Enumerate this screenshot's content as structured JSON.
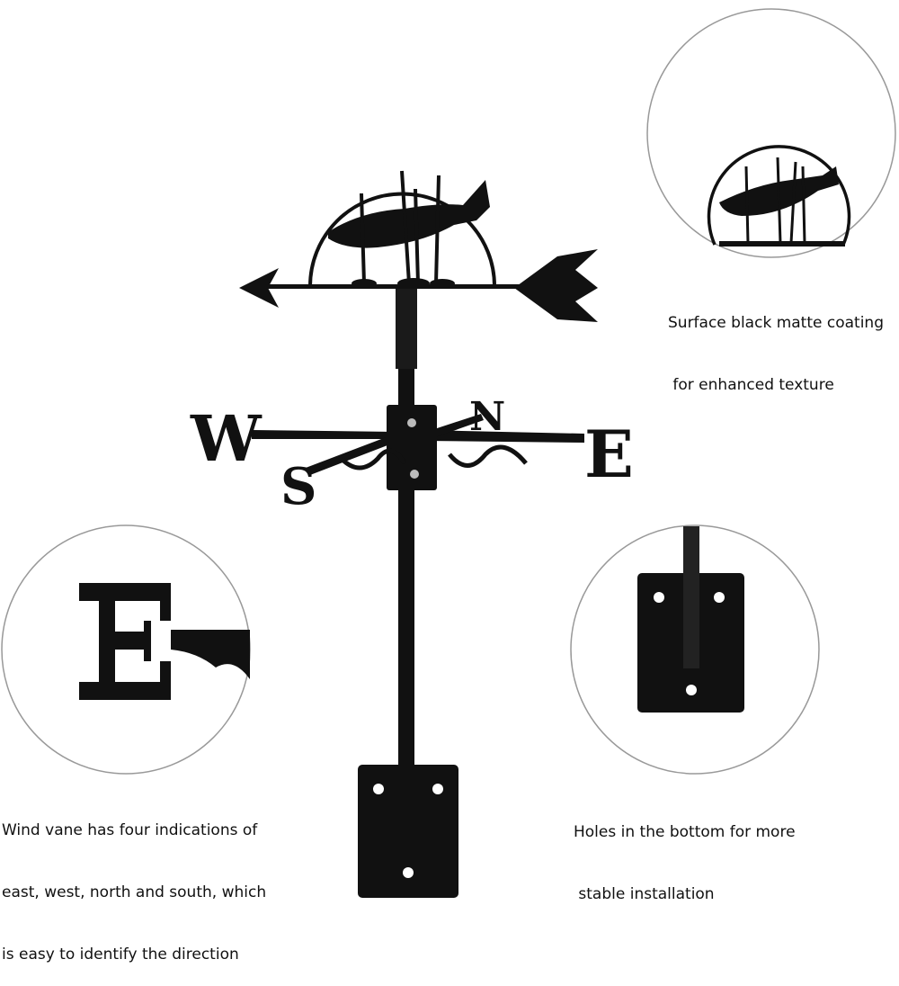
{
  "captions": {
    "coating": [
      "Surface black matte coating",
      " for enhanced texture"
    ],
    "directions": [
      "Wind vane has four indications of",
      "east, west, north and south, which",
      "is easy to identify the direction"
    ],
    "holes": [
      "Holes in the bottom for more",
      " stable installation"
    ]
  },
  "compass_letters": {
    "west": "W",
    "east": "E",
    "north": "N",
    "south": "S"
  },
  "colors": {
    "metal": "#111111",
    "circle_outline": "#888888"
  }
}
